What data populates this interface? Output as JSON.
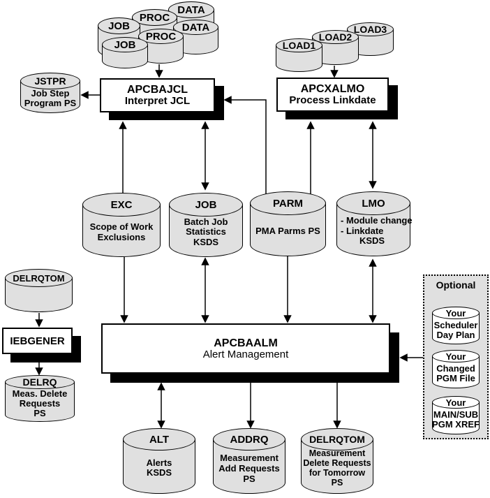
{
  "diagram": {
    "boxes": {
      "apcbajcl": {
        "title": "APCBAJCL",
        "subtitle": "Interpret JCL"
      },
      "apcxalmo": {
        "title": "APCXALMO",
        "subtitle": "Process Linkdate"
      },
      "apcbaalm": {
        "title": "APCBAALM",
        "subtitle": "Alert Management"
      },
      "iebgener": {
        "title": "IEBGENER"
      }
    },
    "cylinders": {
      "data_back": {
        "title": "DATA"
      },
      "proc_back": {
        "title": "PROC"
      },
      "job_back": {
        "title": "JOB"
      },
      "data_front": {
        "title": "DATA"
      },
      "proc_front": {
        "title": "PROC"
      },
      "job_front": {
        "title": "JOB"
      },
      "load1": {
        "title": "LOAD1"
      },
      "load2": {
        "title": "LOAD2"
      },
      "load3": {
        "title": "LOAD3"
      },
      "jstpr": {
        "title": "JSTPR",
        "lines": [
          "Job Step",
          "Program PS"
        ]
      },
      "exc": {
        "title": "EXC",
        "lines": [
          "Scope of Work",
          "Exclusions"
        ]
      },
      "job_mid": {
        "title": "JOB",
        "lines": [
          "Batch Job",
          "Statistics",
          "KSDS"
        ]
      },
      "parm": {
        "title": "PARM",
        "lines": [
          "PMA Parms PS"
        ]
      },
      "lmo": {
        "title": "LMO",
        "lines": [
          "- Module change",
          "- Linkdate",
          "KSDS"
        ]
      },
      "delrqtom_left": {
        "title": "DELRQTOM"
      },
      "delrq": {
        "title": "DELRQ",
        "lines": [
          "Meas. Delete",
          "Requests",
          "PS"
        ]
      },
      "alt": {
        "title": "ALT",
        "lines": [
          "Alerts",
          "KSDS"
        ]
      },
      "addrq": {
        "title": "ADDRQ",
        "lines": [
          "Measurement",
          "Add Requests",
          "PS"
        ]
      },
      "delrqtom_bottom": {
        "title": "DELRQTOM",
        "lines": [
          "Measurement",
          "Delete Requests",
          "for Tomorrow",
          "PS"
        ]
      }
    },
    "optional": {
      "label": "Optional",
      "cylinders": [
        {
          "title": "Your",
          "lines": [
            "Scheduler",
            "Day Plan"
          ]
        },
        {
          "title": "Your",
          "lines": [
            "Changed",
            "PGM File"
          ]
        },
        {
          "title": "Your",
          "lines": [
            "MAIN/SUB",
            "PGM XREF"
          ]
        }
      ]
    },
    "colors": {
      "cylinder_fill": "#e0e0e0",
      "box_fill": "#ffffff",
      "shadow": "#000000",
      "optional_bg": "#e0e0e0",
      "line": "#000000",
      "background": "#ffffff"
    }
  }
}
